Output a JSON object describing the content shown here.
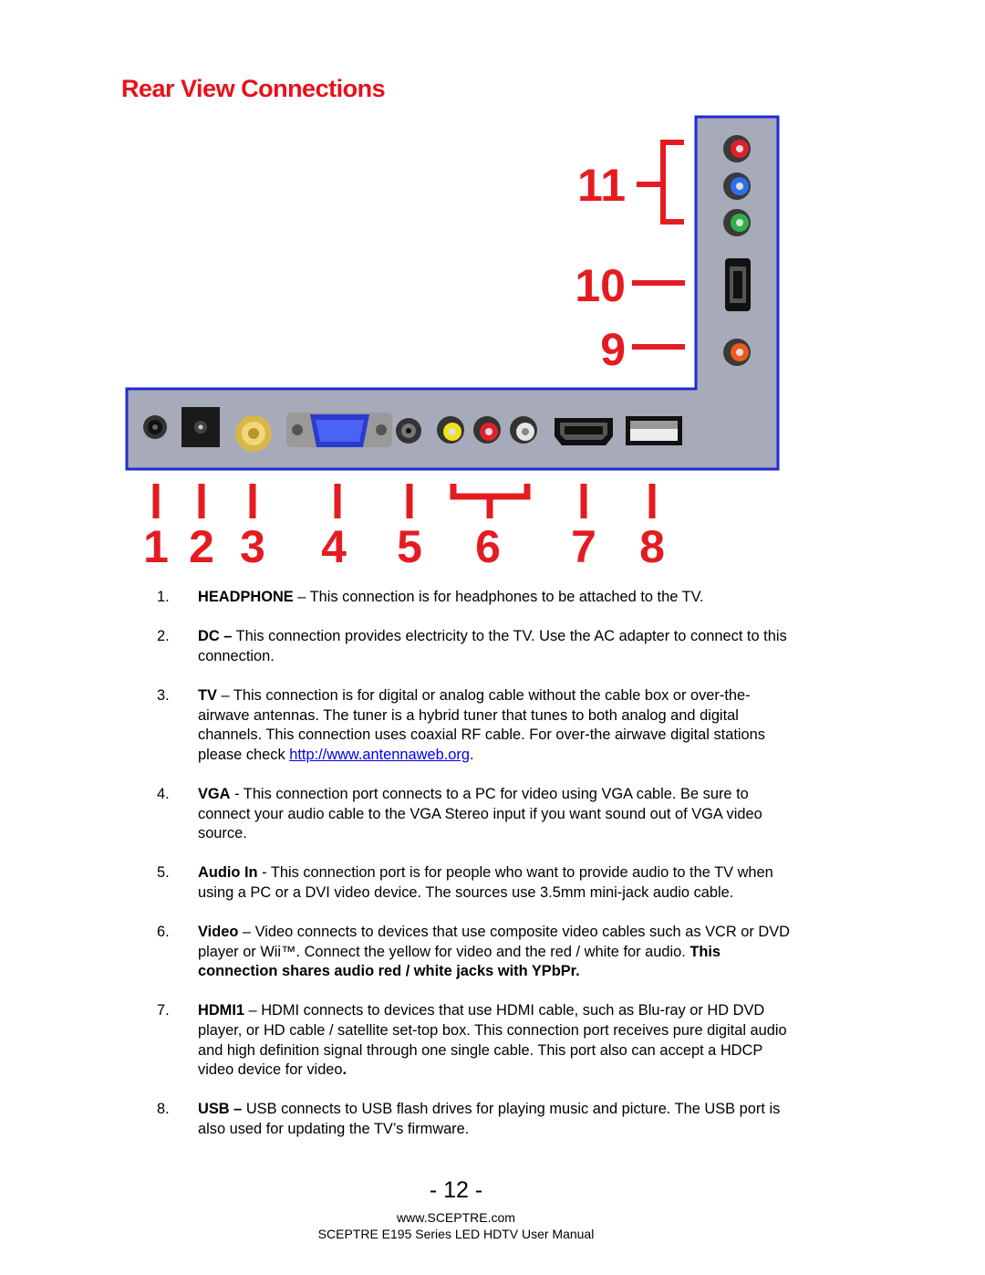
{
  "title": "Rear View Connections",
  "diagram": {
    "callouts_side": [
      "11",
      "10",
      "9"
    ],
    "callouts_bottom": [
      "1",
      "2",
      "3",
      "4",
      "5",
      "6",
      "7",
      "8"
    ],
    "colors": {
      "panel": "#a7aab8",
      "border": "#1f2bd6",
      "callout": "#e41c22"
    }
  },
  "items": [
    {
      "num": "1.",
      "lead": "HEADPHONE",
      "text": " – This connection is for headphones to be attached to the TV."
    },
    {
      "num": "2.",
      "lead": "DC –",
      "text": " This connection provides electricity to the TV.  Use the AC adapter to connect to this connection."
    },
    {
      "num": "3.",
      "lead": "TV",
      "text": " – This connection is for digital or analog cable without the cable box or over-the-airwave antennas. The tuner is a hybrid tuner that tunes to both analog and digital channels.  This connection uses coaxial RF cable.  For over-the airwave digital stations please check ",
      "link": "http://www.antennaweb.org",
      "tail": "."
    },
    {
      "num": "4.",
      "lead": "VGA",
      "text": " - This connection port connects to a PC for video using VGA cable. Be sure to connect your audio cable to the VGA Stereo input if you want sound out of VGA video source."
    },
    {
      "num": "5.",
      "lead": "Audio In",
      "text": " - This connection port is for people who want to provide audio to the TV when using a PC or a DVI video device. The sources use 3.5mm mini-jack audio cable."
    },
    {
      "num": "6.",
      "lead": "Video",
      "text": " – Video connects to devices that use composite video cables such as VCR or DVD player or Wii™.  Connect the yellow for video and the red / white for audio.  ",
      "strong": "This connection shares audio red / white jacks with YPbPr."
    },
    {
      "num": "7.",
      "lead": "HDMI1",
      "text": " – HDMI connects to devices that use HDMI cable, such as Blu-ray or HD DVD player, or HD cable / satellite set-top box.  This connection port receives pure digital audio and high definition signal through one single cable.  This port also can accept a HDCP video device for video",
      "strong": "."
    },
    {
      "num": "8.",
      "lead": "USB –",
      "text": " USB connects to USB flash drives for playing music and picture.  The USB port is also used for updating the TV’s firmware."
    }
  ],
  "page_number": "- 12 -",
  "footer": {
    "site": "www.SCEPTRE.com",
    "manual": "SCEPTRE E195 Series LED HDTV User Manual"
  }
}
